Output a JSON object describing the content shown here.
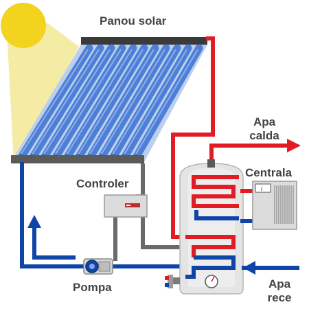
{
  "labels": {
    "solar_panel": "Panou solar",
    "controller": "Controler",
    "boiler": "Centrala",
    "pump": "Pompa",
    "hot_water": [
      "Apa",
      "calda"
    ],
    "cold_water": [
      "Apa",
      "rece"
    ]
  },
  "colors": {
    "sun": "#f2d31d",
    "sun_rays": "#f4eba5",
    "tubes": "#4d7fd6",
    "hot_pipe": "#e21c24",
    "cold_pipe": "#1045a8",
    "grey_pipe": "#6a6a6a",
    "tank": "#e4e4e4",
    "label_text": "#444444"
  },
  "icons": {
    "pump": "pump-icon",
    "thermometer": "thermometer-icon",
    "gauge": "pressure-gauge-icon",
    "arrows": "flow-arrow-icon"
  }
}
